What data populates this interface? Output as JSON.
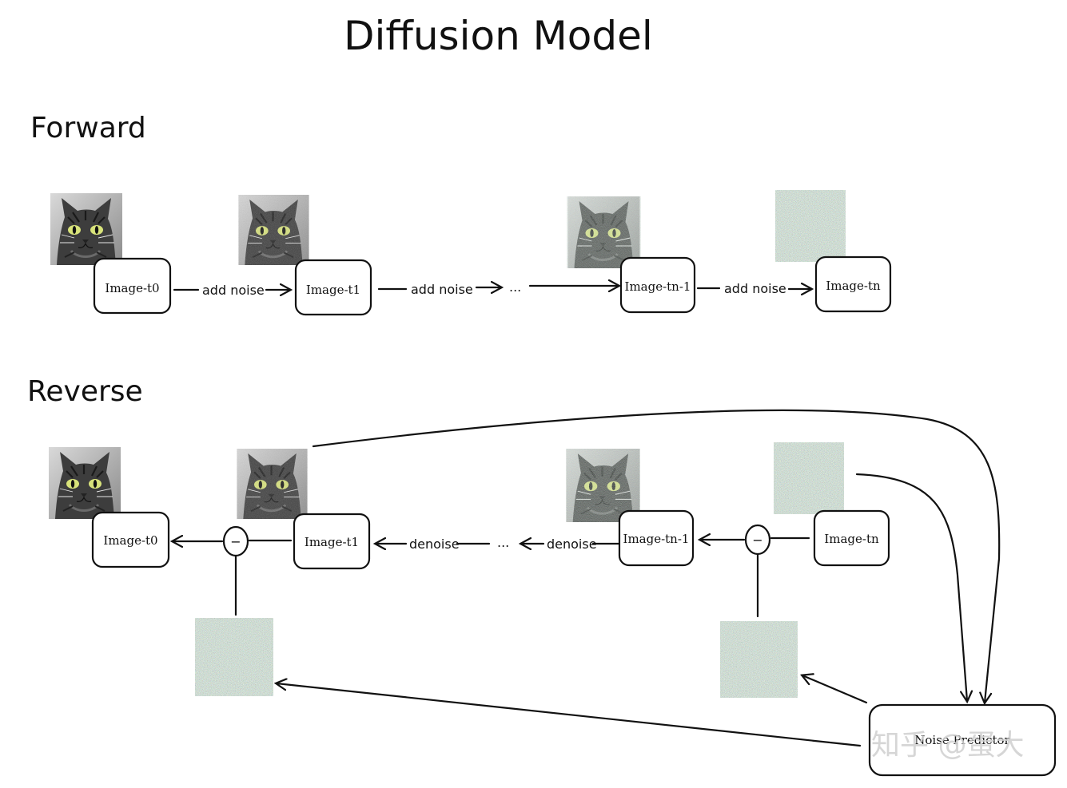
{
  "title": "Diffusion Model",
  "forward": {
    "heading": "Forward",
    "nodes": [
      "Image-t0",
      "Image-t1",
      "Image-tn-1",
      "Image-tn"
    ],
    "edges": [
      "add noise",
      "add noise",
      "add noise"
    ],
    "ellipsis": "..."
  },
  "reverse": {
    "heading": "Reverse",
    "nodes": [
      "Image-t0",
      "Image-t1",
      "Image-tn-1",
      "Image-tn"
    ],
    "edges": [
      "denoise",
      "denoise"
    ],
    "ellipsis": "...",
    "operator": "−",
    "predictor": "Noise Predictor"
  },
  "watermark": "知乎 @蛋大",
  "colors": {
    "ink": "#111111",
    "noise_tint": "#6f9a7a"
  }
}
